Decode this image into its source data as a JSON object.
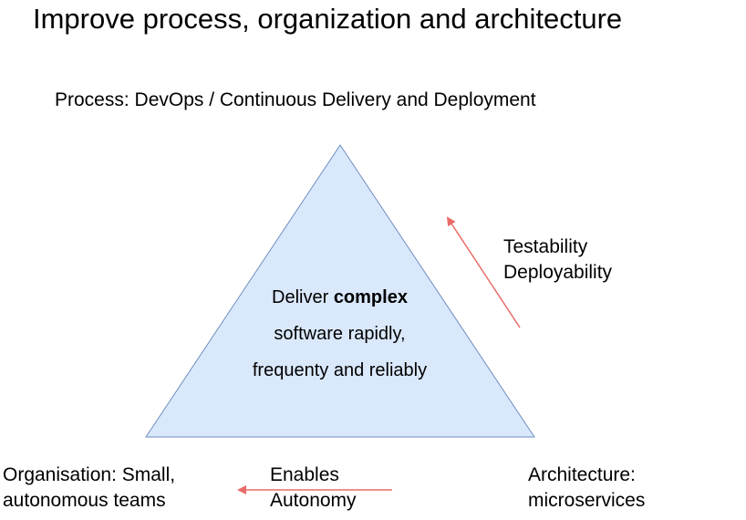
{
  "title": "Improve process, organization and architecture",
  "process": {
    "label": "Process: DevOps / Continuous Delivery and Deployment"
  },
  "triangle": {
    "fill": "#dae8fc",
    "stroke": "#6c8ebf",
    "line1_prefix": "Deliver ",
    "line1_bold": "complex",
    "line2": "software rapidly,",
    "line3": "frequenty and reliably"
  },
  "testability": {
    "line1": "Testability",
    "line2": "Deployability"
  },
  "organisation": {
    "line1": "Organisation: Small,",
    "line2": "autonomous teams"
  },
  "enables": {
    "line1": "Enables",
    "line2": "Autonomy"
  },
  "architecture": {
    "line1": "Architecture:",
    "line2": "microservices"
  },
  "arrow_color": "#ea6b66"
}
